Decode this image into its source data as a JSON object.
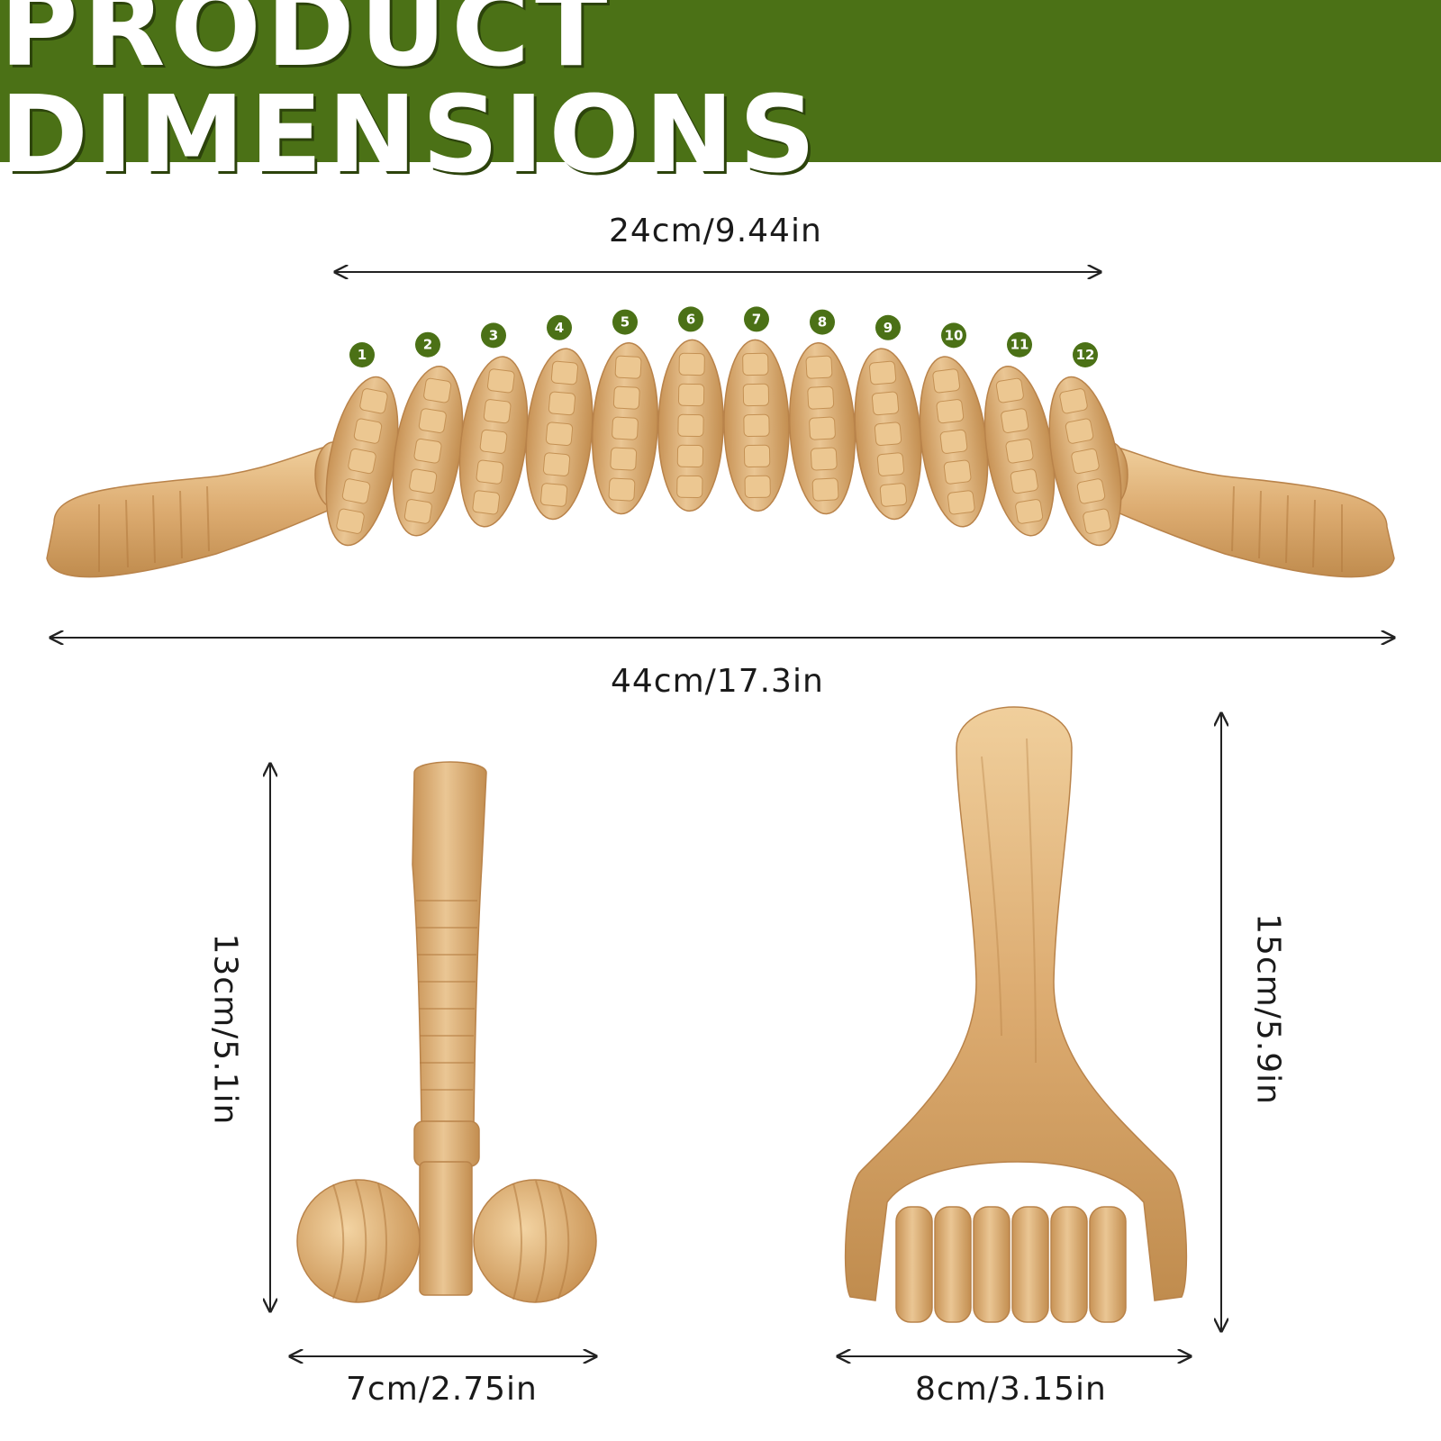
{
  "banner": {
    "title": "PRODUCT DIMENSIONS",
    "color": "#4b7116"
  },
  "dimensions": {
    "roller_section": "24cm/9.44in",
    "total_length": "44cm/17.3in",
    "small_height": "13cm/5.1in",
    "small_width": "7cm/2.75in",
    "paddle_height": "15cm/5.9in",
    "paddle_width": "8cm/3.15in"
  },
  "wheels": [
    "1",
    "2",
    "3",
    "4",
    "5",
    "6",
    "7",
    "8",
    "9",
    "10",
    "11",
    "12"
  ],
  "colors": {
    "wood": "#dcab70",
    "wood_dark": "#c08c4e",
    "wood_light": "#f1d2a4",
    "badge": "#4b7116"
  }
}
